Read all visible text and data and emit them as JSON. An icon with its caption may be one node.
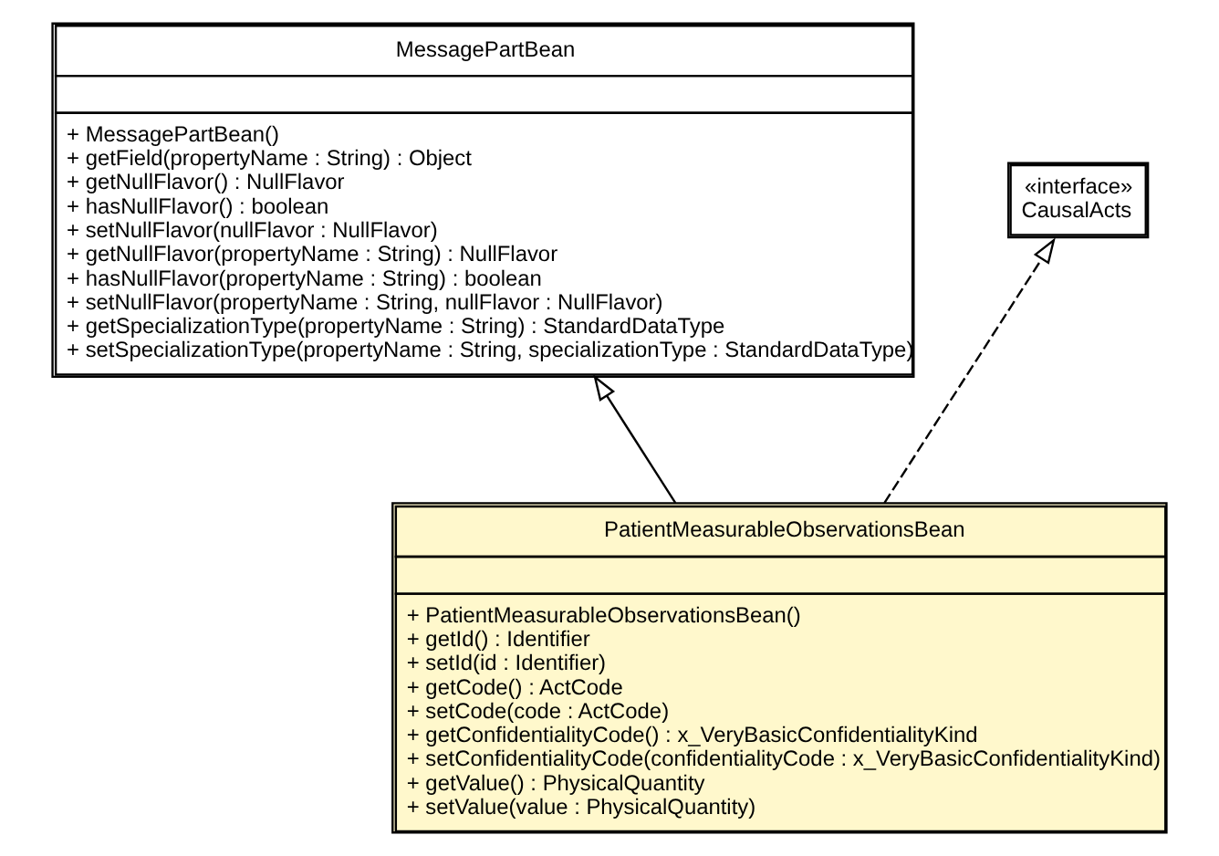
{
  "diagram": {
    "nodes": [
      {
        "text": [
          "MessagePartBean",
          "+ MessagePartBean()",
          "+ getField(propertyName : String) : Object",
          "+ getNullFlavor() : NullFlavor",
          "+ hasNullFlavor() : boolean",
          "+ setNullFlavor(nullFlavor : NullFlavor)",
          "+ getNullFlavor(propertyName : String) : NullFlavor",
          "+ hasNullFlavor(propertyName : String) : boolean",
          "+ setNullFlavor(propertyName : String, nullFlavor : NullFlavor)",
          "+ getSpecializationType(propertyName : String) : StandardDataType",
          "+ setSpecializationType(propertyName : String, specializationType : StandardDataType)"
        ]
      },
      {
        "text": [
          "«interface»",
          "CausalActs"
        ]
      },
      {
        "text": [
          "PatientMeasurableObservationsBean",
          "+ PatientMeasurableObservationsBean()",
          "+ getId() : Identifier",
          "+ setId(id : Identifier)",
          "+ getCode() : ActCode",
          "+ setCode(code : ActCode)",
          "+ getConfidentialityCode() : x_VeryBasicConfidentialityKind",
          "+ setConfidentialityCode(confidentialityCode : x_VeryBasicConfidentialityKind)",
          "+ getValue() : PhysicalQuantity",
          "+ setValue(value : PhysicalQuantity)"
        ]
      }
    ],
    "edges": [
      {
        "from": 2,
        "to": 0,
        "arrow": "to"
      },
      {
        "from": 2,
        "to": 1,
        "arrow": "to",
        "style": "dashed"
      }
    ]
  }
}
